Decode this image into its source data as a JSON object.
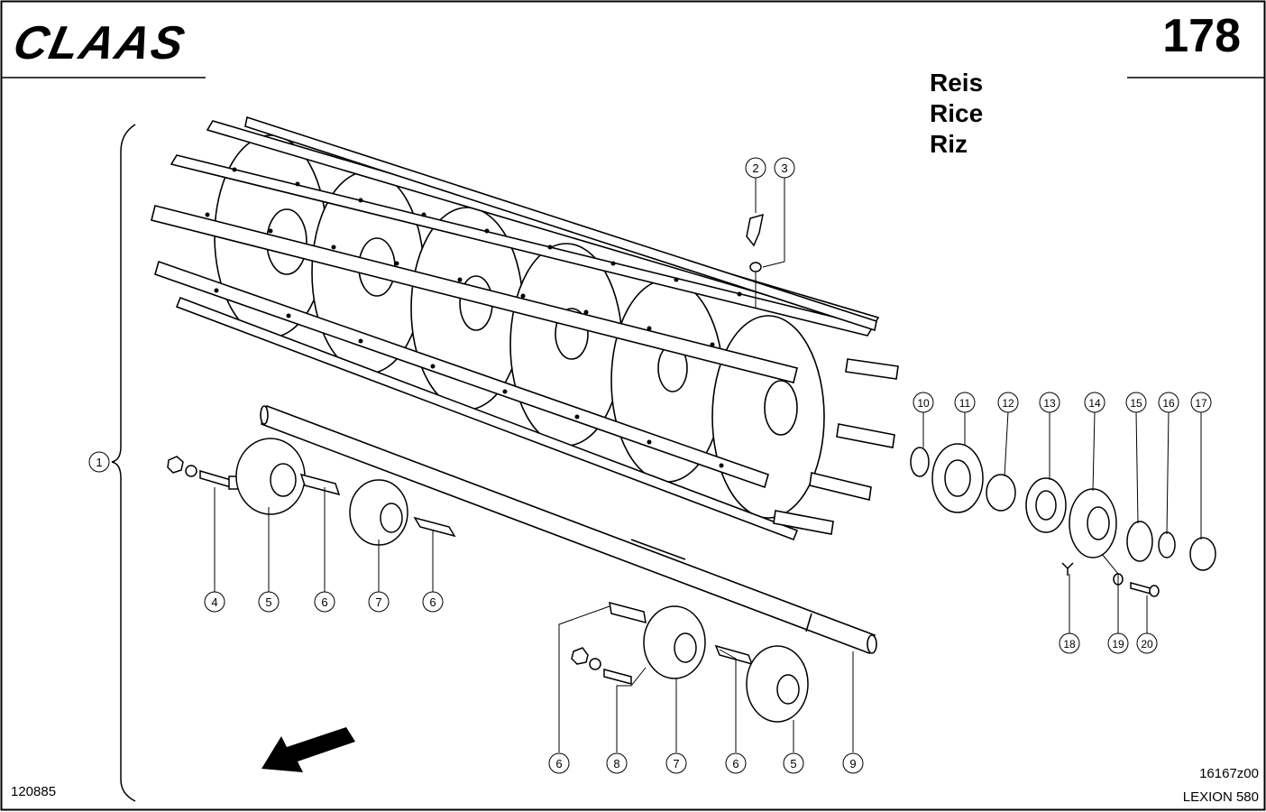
{
  "header": {
    "brand": "CLAAS",
    "page_number": "178",
    "variant_labels": [
      "Reis",
      "Rice",
      "Riz"
    ]
  },
  "footer": {
    "drawing_ref": "120885",
    "illustration_code": "16167z00",
    "model": "LEXION 580"
  },
  "callouts": [
    "1",
    "2",
    "3",
    "4",
    "5",
    "6",
    "7",
    "6",
    "10",
    "11",
    "12",
    "13",
    "14",
    "15",
    "16",
    "17",
    "18",
    "19",
    "20",
    "6",
    "8",
    "7",
    "6",
    "5",
    "9"
  ],
  "colors": {
    "ink": "#000000",
    "paper": "#ffffff"
  }
}
